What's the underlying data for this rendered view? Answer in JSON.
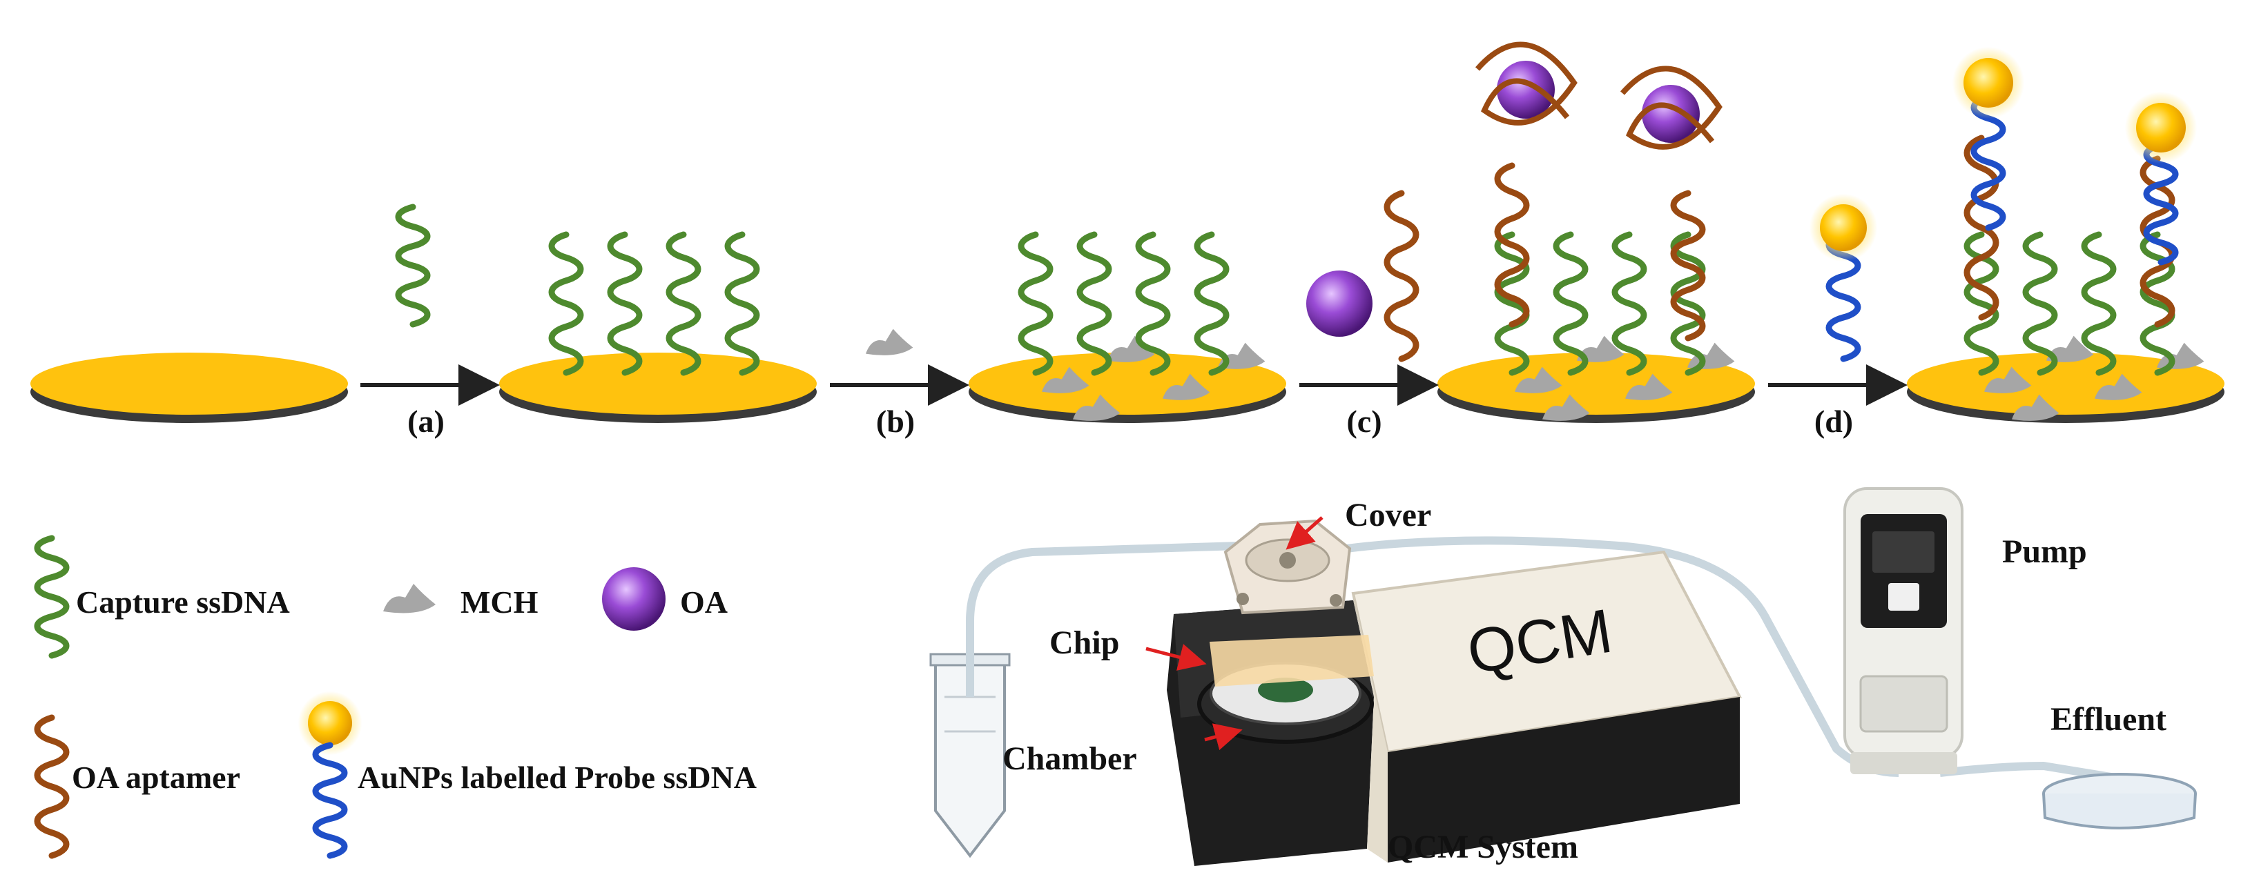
{
  "steps": [
    "(a)",
    "(b)",
    "(c)",
    "(d)"
  ],
  "legend": {
    "capture": "Capture ssDNA",
    "mch": "MCH",
    "oa": "OA",
    "aptamer": "OA aptamer",
    "probe": "AuNPs labelled Probe ssDNA"
  },
  "device": {
    "cover": "Cover",
    "chip": "Chip",
    "chamber": "Chamber",
    "qcm": "QCM System",
    "pump": "Pump",
    "effluent": "Effluent"
  },
  "colors": {
    "gold": "#FFC20E",
    "capture": "#4E8A2E",
    "aptamer": "#9A4A12",
    "probe": "#1F4FC8",
    "mch": "#A6A6A6",
    "oa": "#8B3FC2"
  }
}
